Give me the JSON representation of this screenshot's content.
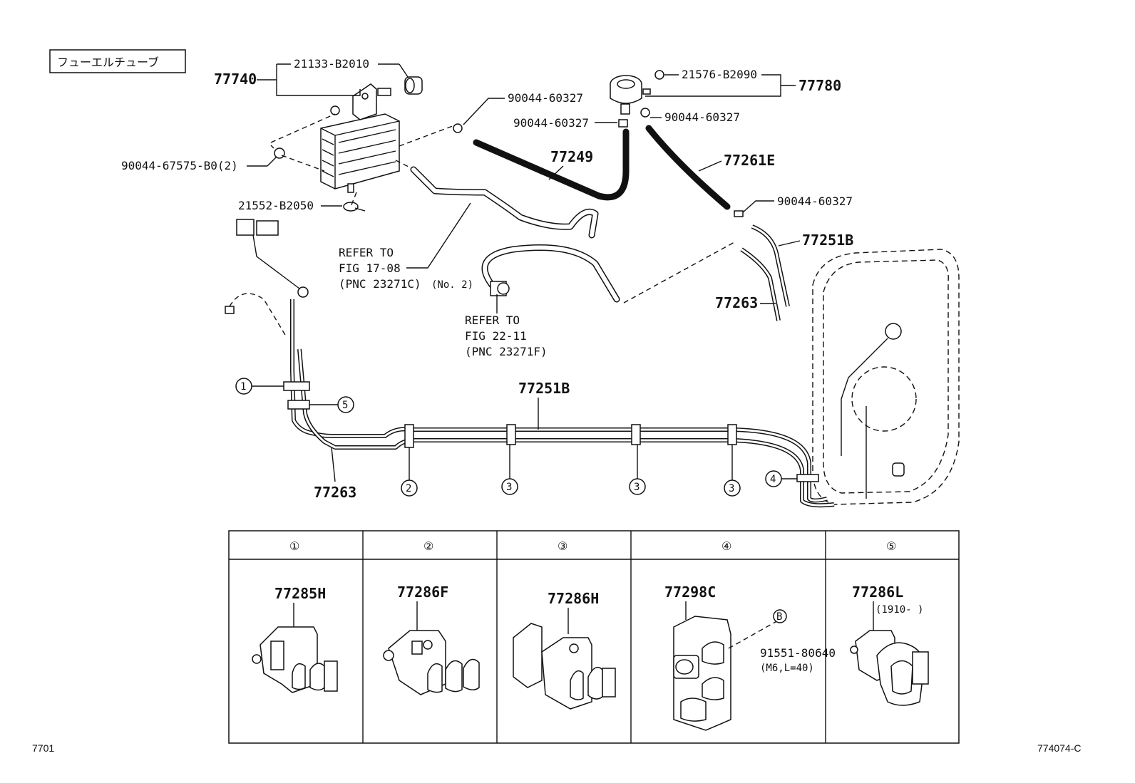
{
  "title_box": "フューエルチューブ",
  "parts": {
    "p77740": "77740",
    "p21133": "21133-B2010",
    "p90044_67575": "90044-67575-B0(2)",
    "p21552": "21552-B2050",
    "p21576": "21576-B2090",
    "p77780": "77780",
    "p90044_a": "90044-60327",
    "p90044_b": "90044-60327",
    "p90044_c": "90044-60327",
    "p90044_d": "90044-60327",
    "p77249": "77249",
    "p77261E": "77261E",
    "p77251B_top": "77251B",
    "p77263_top": "77263",
    "p77251B_mid": "77251B",
    "p77263_bot": "77263"
  },
  "refs": {
    "ref1": [
      "REFER TO",
      "FIG 17-08",
      "(PNC 23271C)",
      "(No. 2)"
    ],
    "ref2": [
      "REFER TO",
      "FIG 22-11",
      "(PNC 23271F)"
    ]
  },
  "callouts": [
    "1",
    "2",
    "3",
    "3",
    "3",
    "4",
    "5"
  ],
  "table": {
    "headers": [
      "①",
      "②",
      "③",
      "④",
      "⑤"
    ],
    "cells": [
      {
        "part": "77285H"
      },
      {
        "part": "77286F"
      },
      {
        "part": "77286H"
      },
      {
        "part": "77298C",
        "extra_badge": "B",
        "bolt": "91551-80640",
        "bolt_note": "(M6,L=40)"
      },
      {
        "part": "77286L",
        "note": "(1910-     )"
      }
    ]
  },
  "corner_left": "7701",
  "corner_right": "774074-C"
}
